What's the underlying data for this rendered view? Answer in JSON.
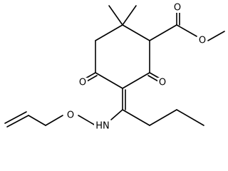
{
  "molecule": {
    "atoms": {
      "ester_carbonyl_o": "O",
      "ester_ether_o": "O",
      "ring_carbonyl_o_left": "O",
      "ring_carbonyl_o_right": "O",
      "oxime_ether_o": "O",
      "amine_n": "HN"
    }
  }
}
